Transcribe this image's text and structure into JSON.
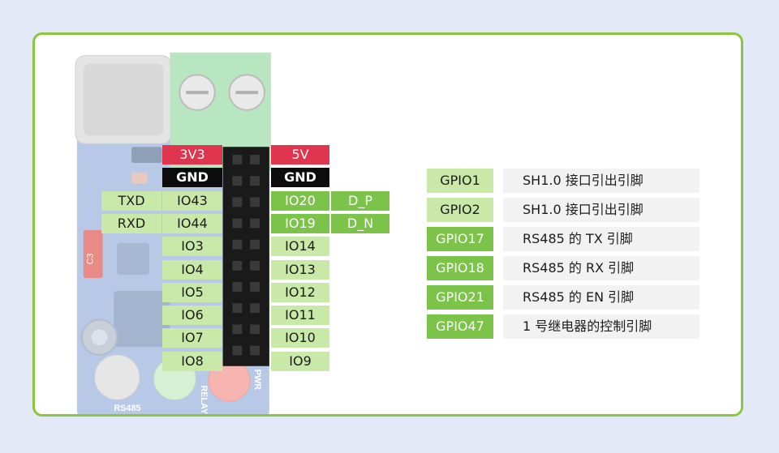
{
  "board_silkscreen": {
    "c3": "C3",
    "rs485": "RS485",
    "relay": "RELAY",
    "pwr": "PWR"
  },
  "left_outer": [
    {
      "text": "TXD",
      "style": "light-green"
    },
    {
      "text": "RXD",
      "style": "light-green"
    }
  ],
  "left_pins": [
    {
      "text": "3V3",
      "style": "red"
    },
    {
      "text": "GND",
      "style": "black"
    },
    {
      "text": "IO43",
      "style": "light-green"
    },
    {
      "text": "IO44",
      "style": "light-green"
    },
    {
      "text": "IO3",
      "style": "light-green"
    },
    {
      "text": "IO4",
      "style": "light-green"
    },
    {
      "text": "IO5",
      "style": "light-green"
    },
    {
      "text": "IO6",
      "style": "light-green"
    },
    {
      "text": "IO7",
      "style": "light-green"
    },
    {
      "text": "IO8",
      "style": "light-green"
    }
  ],
  "right_pins": [
    {
      "text": "5V",
      "style": "red"
    },
    {
      "text": "GND",
      "style": "black"
    },
    {
      "text": "IO20",
      "style": "dark-green"
    },
    {
      "text": "IO19",
      "style": "dark-green"
    },
    {
      "text": "IO14",
      "style": "light-green"
    },
    {
      "text": "IO13",
      "style": "light-green"
    },
    {
      "text": "IO12",
      "style": "light-green"
    },
    {
      "text": "IO11",
      "style": "light-green"
    },
    {
      "text": "IO10",
      "style": "light-green"
    },
    {
      "text": "IO9",
      "style": "light-green"
    }
  ],
  "right_outer": [
    {
      "text": "D_P",
      "style": "dark-green"
    },
    {
      "text": "D_N",
      "style": "dark-green"
    }
  ],
  "gpio_table": [
    {
      "gpio": "GPIO1",
      "desc": "SH1.0 接口引出引脚",
      "style": "light-green"
    },
    {
      "gpio": "GPIO2",
      "desc": "SH1.0 接口引出引脚",
      "style": "light-green"
    },
    {
      "gpio": "GPIO17",
      "desc": "RS485 的 TX 引脚",
      "style": "dark-green"
    },
    {
      "gpio": "GPIO18",
      "desc": "RS485 的 RX 引脚",
      "style": "dark-green"
    },
    {
      "gpio": "GPIO21",
      "desc": "RS485 的 EN 引脚",
      "style": "dark-green"
    },
    {
      "gpio": "GPIO47",
      "desc": "1 号继电器的控制引脚",
      "style": "dark-green"
    }
  ],
  "colors": {
    "border": "#8cc63e",
    "red": "#e0354e",
    "black": "#0c0c0c",
    "light_green": "#c9e9a8",
    "dark_green": "#7cc34a",
    "desc_bg": "#f2f2f2"
  }
}
